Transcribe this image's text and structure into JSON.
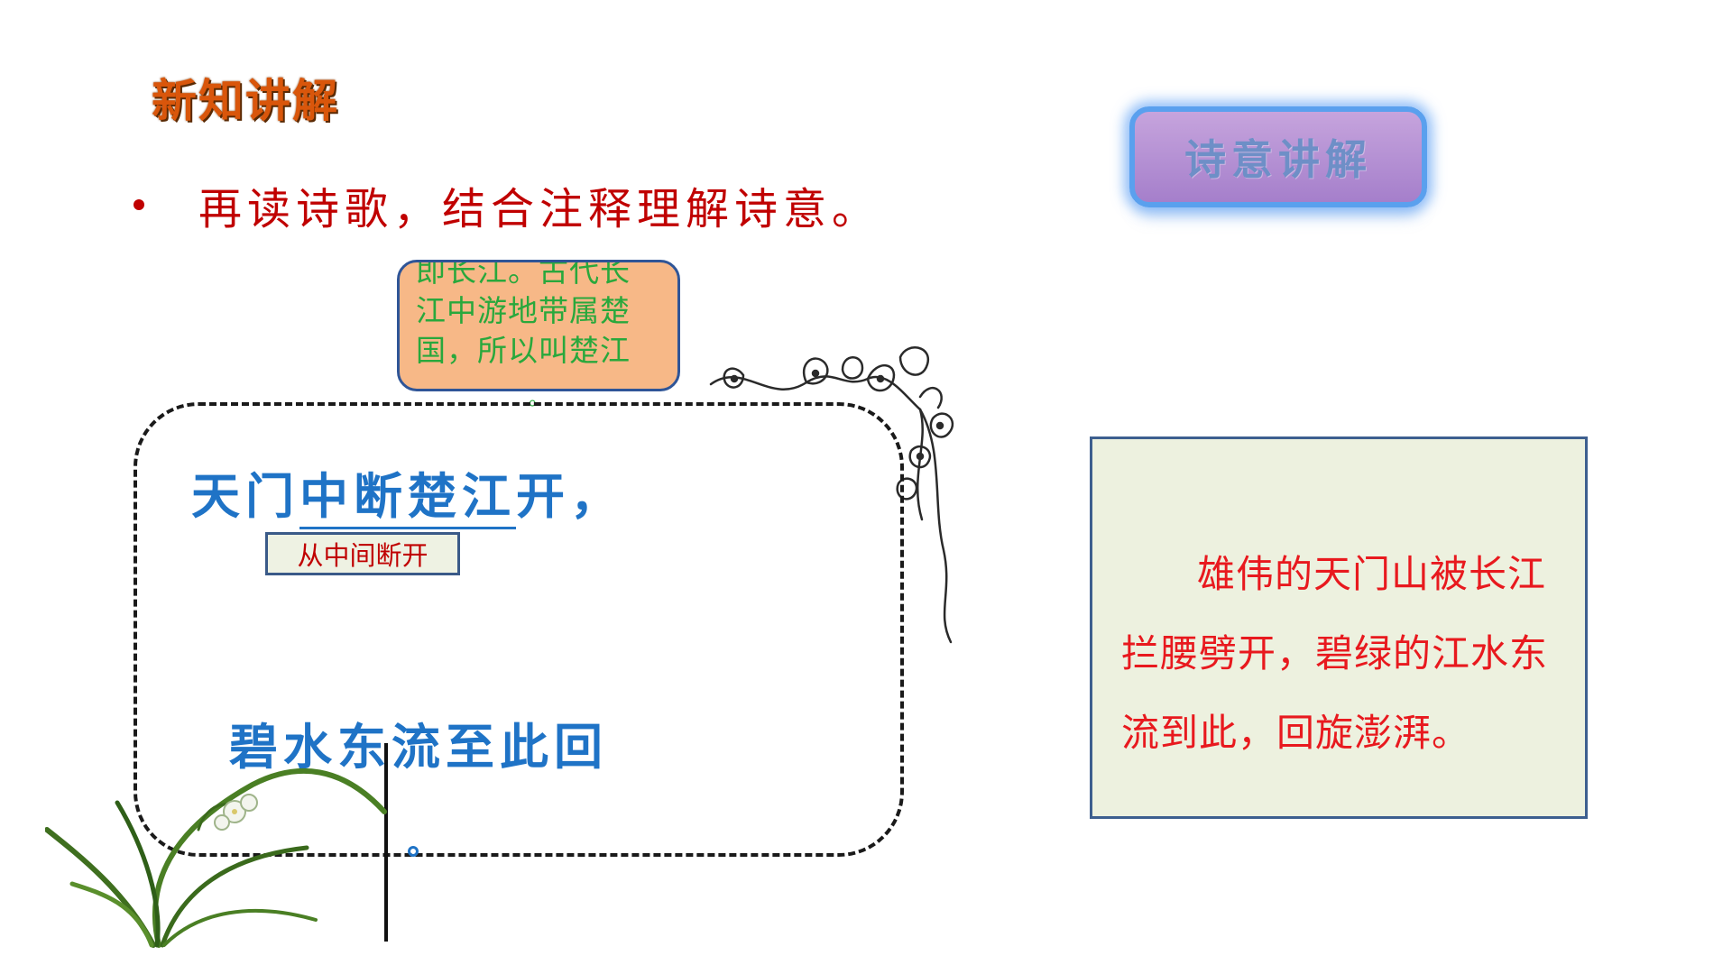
{
  "slide": {
    "section_title": "新知讲解",
    "instruction": "再读诗歌，结合注释理解诗意。",
    "tag_button": "诗意讲解",
    "annotation": {
      "line1": "即长江。古代长",
      "line2": "江中游地带属楚",
      "line3": "国，所以叫楚江",
      "overflow": "。"
    },
    "poem": {
      "line1_prefix": "天门",
      "line1_underlined": "中断楚江",
      "line1_suffix": "开，",
      "gloss": "从中间断开",
      "line2": "碧水东流至此回",
      "line2_period": "。"
    },
    "explanation": "雄伟的天门山被长江拦腰劈开，碧绿的江水东流到此，回旋澎湃。"
  },
  "colors": {
    "title_orange": "#d9560b",
    "instruction_red": "#c00000",
    "poem_blue": "#1f73c6",
    "annotation_green": "#29a83c",
    "bubble_fill": "#f7b887",
    "button_purple": "#b48fd4",
    "button_glow": "#5aa0ee",
    "explain_bg": "#edf1df",
    "explain_text": "#e8191e"
  },
  "icons": {
    "vine": "floral-vine-decoration",
    "orchid": "orchid-plant-decoration"
  }
}
